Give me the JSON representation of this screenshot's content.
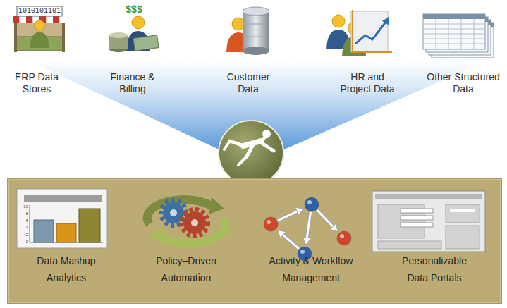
{
  "diagram": {
    "nodes": [
      {
        "text": [
          "Data Mashup Analytics",
          "Policy–Driven Automation",
          "Activity & Workflow Management",
          "Personalizable Data Portals"
        ]
      }
    ],
    "labels": [
      "ERP Data Stores",
      "Finance & Billing",
      "Customer Data",
      "HR and Project Data",
      "Other Structured Data",
      "1010101101",
      "$$$",
      "10",
      "8",
      "6",
      "4",
      "2",
      "0"
    ]
  }
}
